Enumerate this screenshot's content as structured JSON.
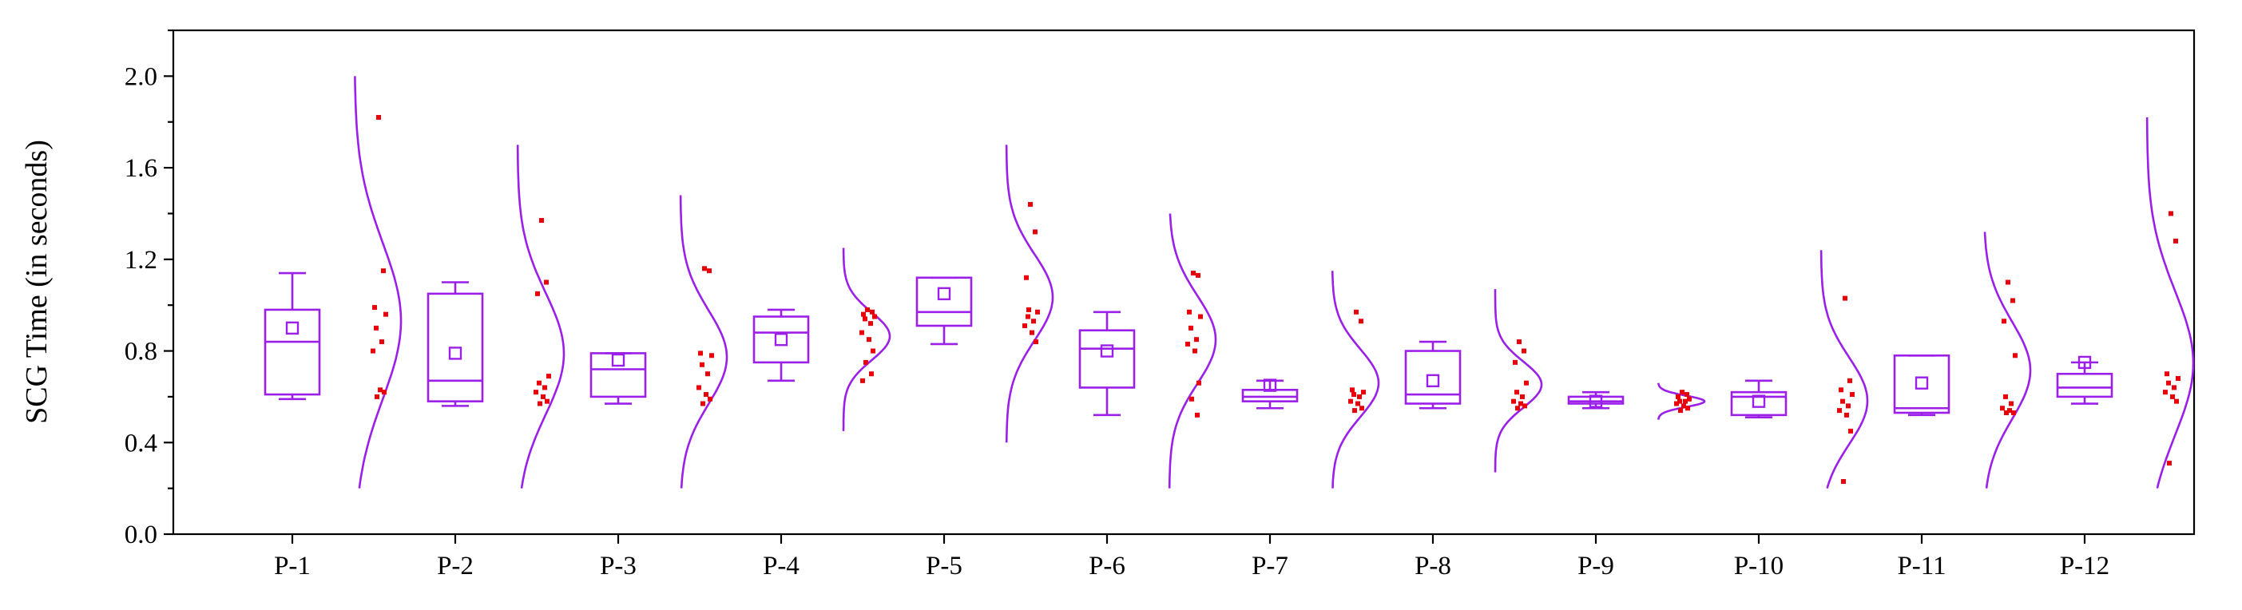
{
  "chart_data": {
    "type": "box",
    "ylabel": "SCG Time (in seconds)",
    "ylim": [
      0.0,
      2.2
    ],
    "yticks": [
      "0.0",
      "0.4",
      "0.8",
      "1.2",
      "1.6",
      "2.0"
    ],
    "categories": [
      "P-1",
      "P-2",
      "P-3",
      "P-4",
      "P-5",
      "P-6",
      "P-7",
      "P-8",
      "P-9",
      "P-10",
      "P-11",
      "P-12"
    ],
    "box_color": "#9b1fe8",
    "point_color": "#e8000b",
    "series": [
      {
        "category": "P-1",
        "whisker_low": 0.59,
        "q1": 0.61,
        "median": 0.84,
        "q3": 0.98,
        "whisker_high": 1.14,
        "mean": 0.9,
        "dist_range": [
          0.2,
          2.0
        ],
        "points": [
          1.82,
          1.15,
          0.99,
          0.96,
          0.9,
          0.84,
          0.8,
          0.63,
          0.62,
          0.6
        ]
      },
      {
        "category": "P-2",
        "whisker_low": 0.56,
        "q1": 0.58,
        "median": 0.67,
        "q3": 1.05,
        "whisker_high": 1.1,
        "mean": 0.79,
        "dist_range": [
          0.2,
          1.7
        ],
        "points": [
          1.37,
          1.1,
          1.05,
          0.69,
          0.66,
          0.64,
          0.62,
          0.6,
          0.58,
          0.57
        ]
      },
      {
        "category": "P-3",
        "whisker_low": 0.57,
        "q1": 0.6,
        "median": 0.72,
        "q3": 0.79,
        "whisker_high": 0.79,
        "mean": 0.76,
        "dist_range": [
          0.2,
          1.48
        ],
        "points": [
          1.16,
          1.15,
          0.79,
          0.78,
          0.74,
          0.7,
          0.64,
          0.61,
          0.59,
          0.57
        ]
      },
      {
        "category": "P-4",
        "whisker_low": 0.67,
        "q1": 0.75,
        "median": 0.88,
        "q3": 0.95,
        "whisker_high": 0.98,
        "mean": 0.85,
        "dist_range": [
          0.45,
          1.25
        ],
        "points": [
          0.98,
          0.97,
          0.96,
          0.95,
          0.94,
          0.92,
          0.88,
          0.85,
          0.8,
          0.75,
          0.7,
          0.67
        ]
      },
      {
        "category": "P-5",
        "whisker_low": 0.83,
        "q1": 0.91,
        "median": 0.97,
        "q3": 1.12,
        "whisker_high": 1.12,
        "mean": 1.05,
        "dist_range": [
          0.4,
          1.7
        ],
        "points": [
          1.44,
          1.32,
          1.12,
          0.97,
          0.95,
          0.93,
          0.91,
          0.88,
          0.84,
          0.98
        ]
      },
      {
        "category": "P-6",
        "whisker_low": 0.52,
        "q1": 0.64,
        "median": 0.81,
        "q3": 0.89,
        "whisker_high": 0.97,
        "mean": 0.8,
        "dist_range": [
          0.2,
          1.4
        ],
        "points": [
          1.14,
          1.13,
          0.97,
          0.95,
          0.9,
          0.85,
          0.83,
          0.8,
          0.66,
          0.59,
          0.52
        ]
      },
      {
        "category": "P-7",
        "whisker_low": 0.55,
        "q1": 0.58,
        "median": 0.6,
        "q3": 0.63,
        "whisker_high": 0.67,
        "mean": 0.65,
        "dist_range": [
          0.2,
          1.15
        ],
        "points": [
          0.97,
          0.93,
          0.63,
          0.62,
          0.61,
          0.6,
          0.58,
          0.57,
          0.55,
          0.54
        ]
      },
      {
        "category": "P-8",
        "whisker_low": 0.55,
        "q1": 0.57,
        "median": 0.61,
        "q3": 0.8,
        "whisker_high": 0.84,
        "mean": 0.67,
        "dist_range": [
          0.27,
          1.07
        ],
        "points": [
          0.84,
          0.8,
          0.75,
          0.66,
          0.62,
          0.6,
          0.58,
          0.57,
          0.56,
          0.55
        ]
      },
      {
        "category": "P-9",
        "whisker_low": 0.55,
        "q1": 0.57,
        "median": 0.58,
        "q3": 0.6,
        "whisker_high": 0.62,
        "mean": 0.58,
        "dist_range": [
          0.5,
          0.66
        ],
        "points": [
          0.62,
          0.61,
          0.6,
          0.59,
          0.58,
          0.58,
          0.57,
          0.56,
          0.55,
          0.54
        ]
      },
      {
        "category": "P-10",
        "whisker_low": 0.51,
        "q1": 0.52,
        "median": 0.6,
        "q3": 0.62,
        "whisker_high": 0.67,
        "mean": 0.58,
        "dist_range": [
          0.2,
          1.24
        ],
        "points": [
          1.03,
          0.67,
          0.63,
          0.61,
          0.58,
          0.56,
          0.54,
          0.52,
          0.45,
          0.23
        ]
      },
      {
        "category": "P-11",
        "whisker_low": 0.52,
        "q1": 0.53,
        "median": 0.55,
        "q3": 0.78,
        "whisker_high": 0.78,
        "mean": 0.66,
        "dist_range": [
          0.2,
          1.32
        ],
        "points": [
          1.1,
          1.02,
          0.93,
          0.78,
          0.6,
          0.57,
          0.55,
          0.54,
          0.53,
          0.53
        ]
      },
      {
        "category": "P-12",
        "whisker_low": 0.57,
        "q1": 0.6,
        "median": 0.64,
        "q3": 0.7,
        "whisker_high": 0.75,
        "mean": 0.75,
        "dist_range": [
          0.2,
          1.82
        ],
        "points": [
          1.4,
          1.28,
          0.7,
          0.68,
          0.66,
          0.64,
          0.62,
          0.6,
          0.58,
          0.31
        ]
      }
    ]
  }
}
